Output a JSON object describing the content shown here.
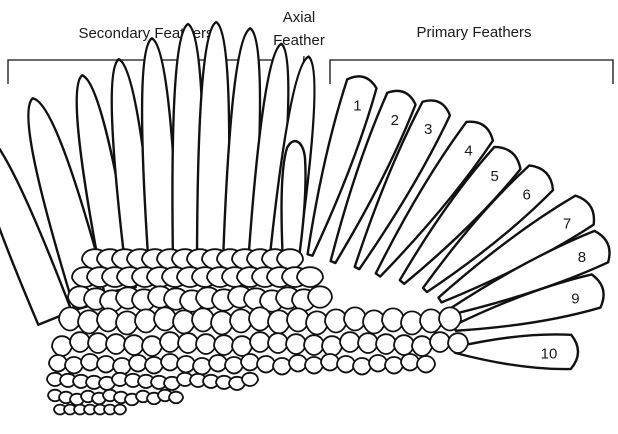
{
  "labels": {
    "secondary": "Secondary Feathers",
    "axial_line1": "Axial",
    "axial_line2": "Feather",
    "primary": "Primary Feathers"
  },
  "primary_numbers": [
    "1",
    "2",
    "3",
    "4",
    "5",
    "6",
    "7",
    "8",
    "9",
    "10"
  ],
  "colors": {
    "ink": "#111111",
    "background": "#ffffff"
  }
}
